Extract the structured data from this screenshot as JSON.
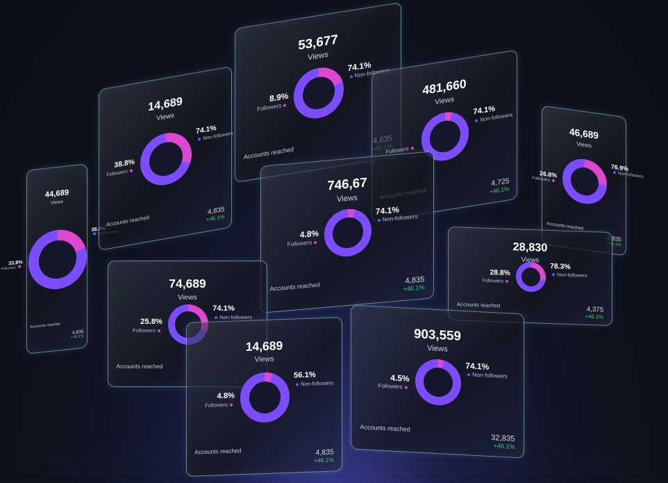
{
  "labels": {
    "views": "Views",
    "followers": "Followers",
    "non_followers": "Non-followers",
    "accounts": "Accounts reached"
  },
  "colors": {
    "followers": "#e047d0",
    "non_followers": "#7b4dff",
    "change": "#3ccf6a"
  },
  "cards": [
    {
      "value": "44,689",
      "left_pct": "33.8%",
      "right_pct": "38.8%",
      "stat": "4,835",
      "change": "+46.1%",
      "followers_share": 0.2
    },
    {
      "value": "14,689",
      "left_pct": "38.8%",
      "right_pct": "74.1%",
      "stat": "4,835",
      "change": "+46.1%",
      "followers_share": 0.3
    },
    {
      "value": "53,677",
      "left_pct": "8.9%",
      "right_pct": "74.1%",
      "stat": "4,835",
      "change": "+46.1%",
      "followers_share": 0.2
    },
    {
      "value": "481,660",
      "left_pct": "",
      "right_pct": "74.1%",
      "stat": "4,725",
      "change": "+46.1%",
      "followers_share": 0.05
    },
    {
      "value": "46,689",
      "left_pct": "26.8%",
      "right_pct": "76.9%",
      "stat": "4,835",
      "change": "+46.1%",
      "followers_share": 0.25
    },
    {
      "value": "746,67",
      "left_pct": "4.8%",
      "right_pct": "74.1%",
      "stat": "4,835",
      "change": "+46.1%",
      "followers_share": 0.05
    },
    {
      "value": "28,830",
      "left_pct": "28.8%",
      "right_pct": "78.3%",
      "stat": "4,375",
      "change": "+46.1%",
      "followers_share": 0.28
    },
    {
      "value": "74,689",
      "left_pct": "25.8%",
      "right_pct": "74.1%",
      "stat": "",
      "change": "",
      "followers_share": 0.3
    },
    {
      "value": "14,689",
      "left_pct": "4.8%",
      "right_pct": "56.1%",
      "stat": "4,835",
      "change": "+46.1%",
      "followers_share": 0.05
    },
    {
      "value": "903,559",
      "left_pct": "4.5%",
      "right_pct": "74.1%",
      "stat": "32,835",
      "change": "+46.1%",
      "followers_share": 0.04
    }
  ]
}
